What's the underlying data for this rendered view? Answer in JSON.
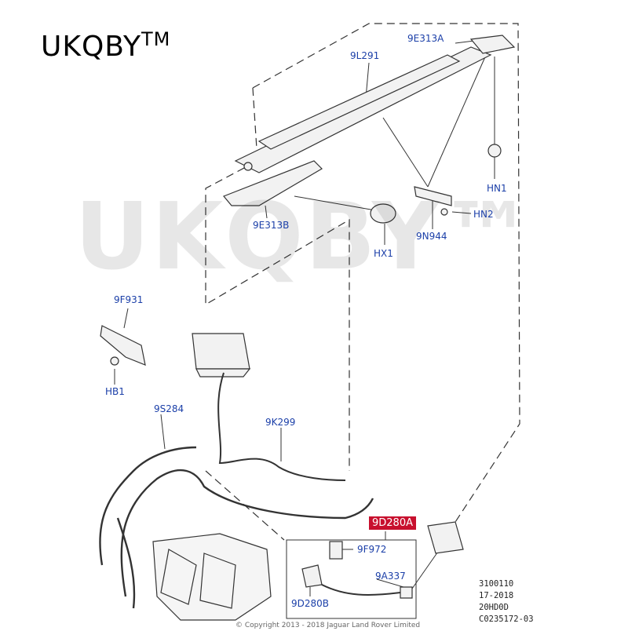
{
  "brand": {
    "text": "UKQBY",
    "tm": "TM"
  },
  "watermark": "UKQBY™",
  "parts": {
    "9E313A": "9E313A",
    "9L291": "9L291",
    "HN1": "HN1",
    "HN2": "HN2",
    "9E313B": "9E313B",
    "HX1": "HX1",
    "9N944": "9N944",
    "9F931": "9F931",
    "HB1": "HB1",
    "9S284": "9S284",
    "9K299": "9K299",
    "9D280A": "9D280A",
    "9F972": "9F972",
    "9A337": "9A337",
    "9D280B": "9D280B"
  },
  "reference_codes": [
    "3100110",
    "17-2018",
    "20HD0D",
    "C0235172-03"
  ],
  "copyright": "© Copyright 2013 - 2018 Jaguar Land Rover Limited",
  "colors": {
    "label": "#1b3fa8",
    "highlight": "#c8102e",
    "line": "#333333"
  }
}
